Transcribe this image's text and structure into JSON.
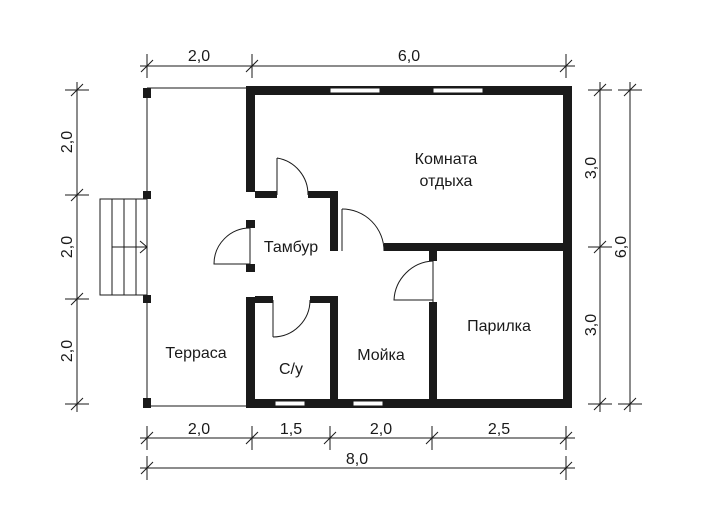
{
  "rooms": {
    "rest_room_line1": "Комната",
    "rest_room_line2": "отдыха",
    "vestibule": "Тамбур",
    "terrace": "Терраса",
    "bathroom": "С/у",
    "washroom": "Мойка",
    "steam_room": "Парилка"
  },
  "dimensions": {
    "top": [
      "2,0",
      "6,0"
    ],
    "bottom": [
      "2,0",
      "1,5",
      "2,0",
      "2,5"
    ],
    "total_width": "8,0",
    "left": [
      "2,0",
      "2,0",
      "2,0"
    ],
    "right_inner": [
      "3,0",
      "3,0"
    ],
    "right_total": "6,0"
  }
}
